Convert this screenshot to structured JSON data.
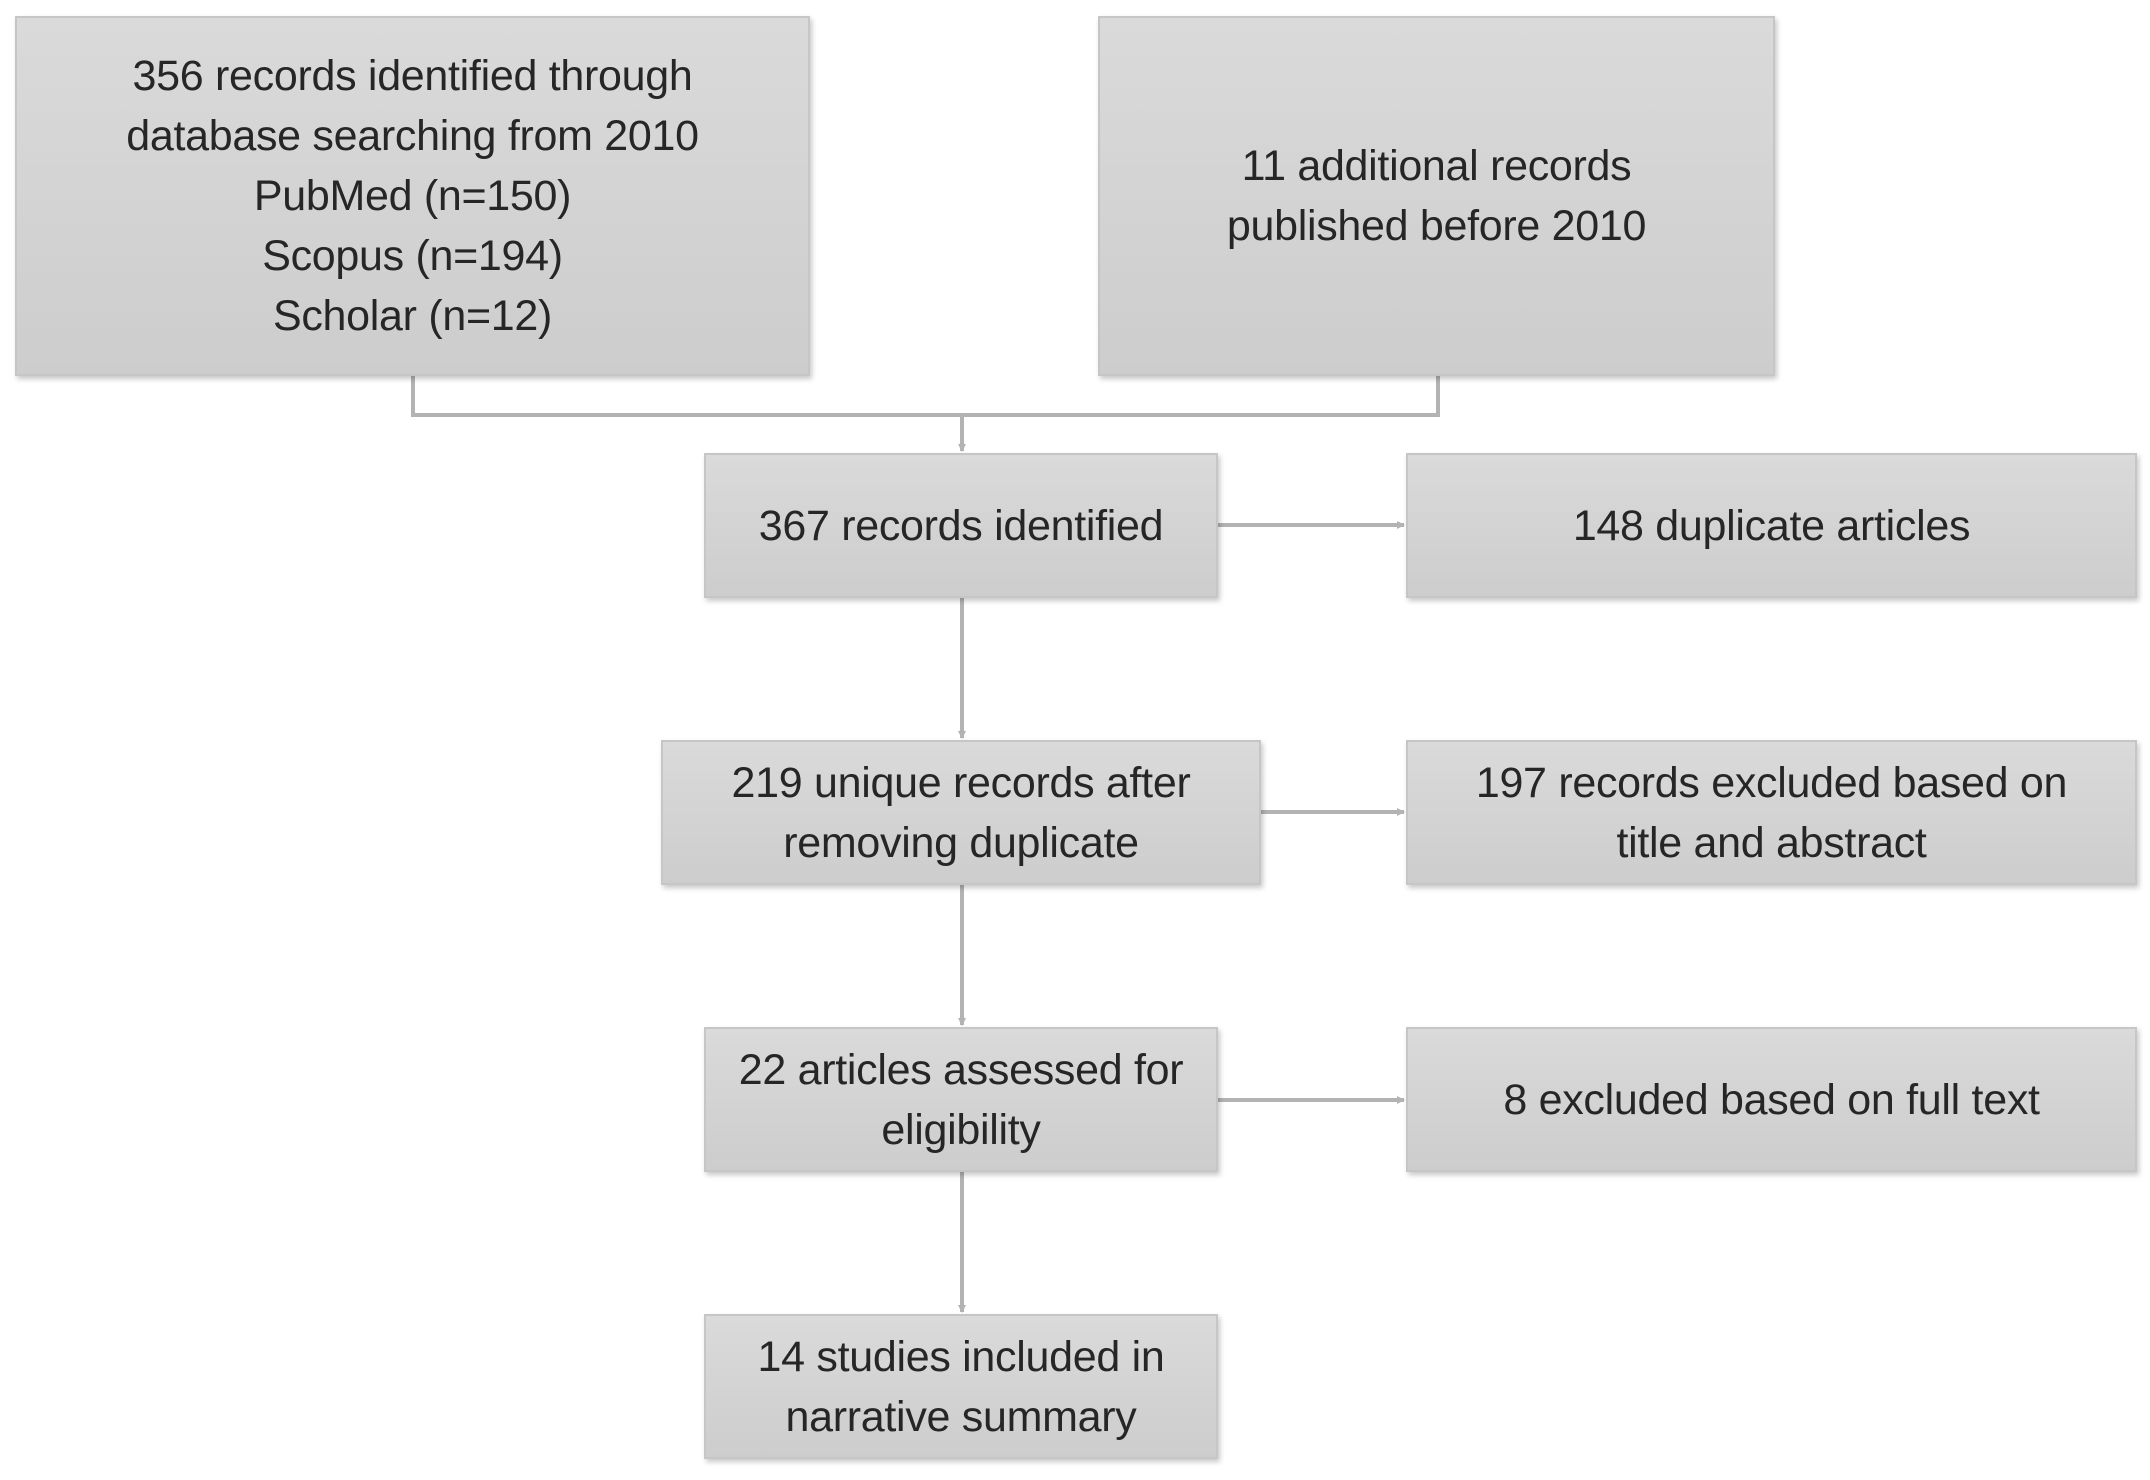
{
  "flowchart": {
    "boxes": {
      "database_search": {
        "lines": [
          "356 records identified through",
          "database searching from 2010",
          "PubMed (n=150)",
          "Scopus (n=194)",
          "Scholar (n=12)"
        ]
      },
      "additional_records": {
        "lines": [
          "11 additional records",
          "published before 2010"
        ]
      },
      "records_identified": {
        "lines": [
          "367 records identified"
        ]
      },
      "duplicates": {
        "lines": [
          "148 duplicate articles"
        ]
      },
      "unique_records": {
        "lines": [
          "219 unique records after",
          "removing duplicate"
        ]
      },
      "excluded_title_abstract": {
        "lines": [
          "197 records excluded based on",
          "title and abstract"
        ]
      },
      "assessed_eligibility": {
        "lines": [
          "22 articles assessed for",
          "eligibility"
        ]
      },
      "excluded_full_text": {
        "lines": [
          "8 excluded based on full text"
        ]
      },
      "included": {
        "lines": [
          "14 studies included in",
          "narrative summary"
        ]
      }
    },
    "colors": {
      "box_fill": "#d3d3d3",
      "box_border": "#c6c6c6",
      "connector": "#b3b3b3",
      "text": "#262626"
    }
  }
}
